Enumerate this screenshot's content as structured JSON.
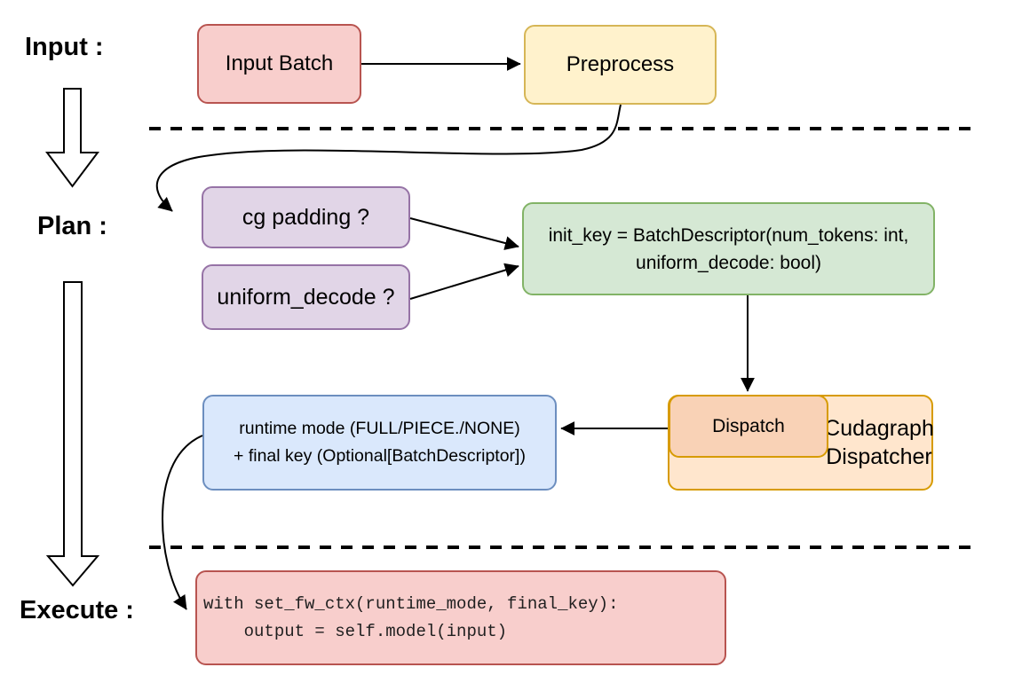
{
  "diagram": {
    "title_stages": {
      "input": {
        "label": "Input :"
      },
      "plan": {
        "label": "Plan :"
      },
      "execute": {
        "label": "Execute :"
      }
    },
    "nodes": {
      "input_batch": {
        "label": "Input Batch",
        "fill": "#F8CECC",
        "border": "#B85450"
      },
      "preprocess": {
        "label": "Preprocess",
        "fill": "#FFF2CC",
        "border": "#D6B656"
      },
      "cg_padding": {
        "label": "cg padding ?",
        "fill": "#E1D5E7",
        "border": "#9673A6"
      },
      "uniform_decode": {
        "label": "uniform_decode ?",
        "fill": "#E1D5E7",
        "border": "#9673A6"
      },
      "init_key": {
        "line1": "init_key = BatchDescriptor(num_tokens: int,",
        "line2": "uniform_decode: bool)",
        "fill": "#D5E8D4",
        "border": "#82B366"
      },
      "dispatch": {
        "label": "Dispatch",
        "fill": "#F9D2B6",
        "border": "#D79B00"
      },
      "cudagraph_dispatcher": {
        "line1": "Cudagraph",
        "line2": "Dispatcher",
        "fill": "#FFE6CD",
        "border": "#D79B00"
      },
      "runtime_mode": {
        "line1": "runtime mode (FULL/PIECE./NONE)",
        "line2": "+ final key (Optional[BatchDescriptor])",
        "fill": "#DAE8FC",
        "border": "#6C8EBF"
      },
      "execute_code": {
        "line1": "with set_fw_ctx(runtime_mode, final_key):",
        "line2": "    output = self.model(input)",
        "fill": "#F8CECC",
        "border": "#B85450"
      }
    },
    "edges": [
      {
        "from": "input_batch",
        "to": "preprocess"
      },
      {
        "from": "preprocess",
        "to": "cg_padding"
      },
      {
        "from": "cg_padding",
        "to": "init_key"
      },
      {
        "from": "uniform_decode",
        "to": "init_key"
      },
      {
        "from": "init_key",
        "to": "dispatch"
      },
      {
        "from": "dispatch",
        "to": "runtime_mode"
      },
      {
        "from": "runtime_mode",
        "to": "execute_code"
      },
      {
        "from": "stage_input",
        "to": "stage_plan"
      },
      {
        "from": "stage_plan",
        "to": "stage_execute"
      }
    ],
    "colors": {
      "connector": "#000000",
      "divider": "#000000",
      "flow_arrow_fill": "#FFFFFF"
    }
  }
}
